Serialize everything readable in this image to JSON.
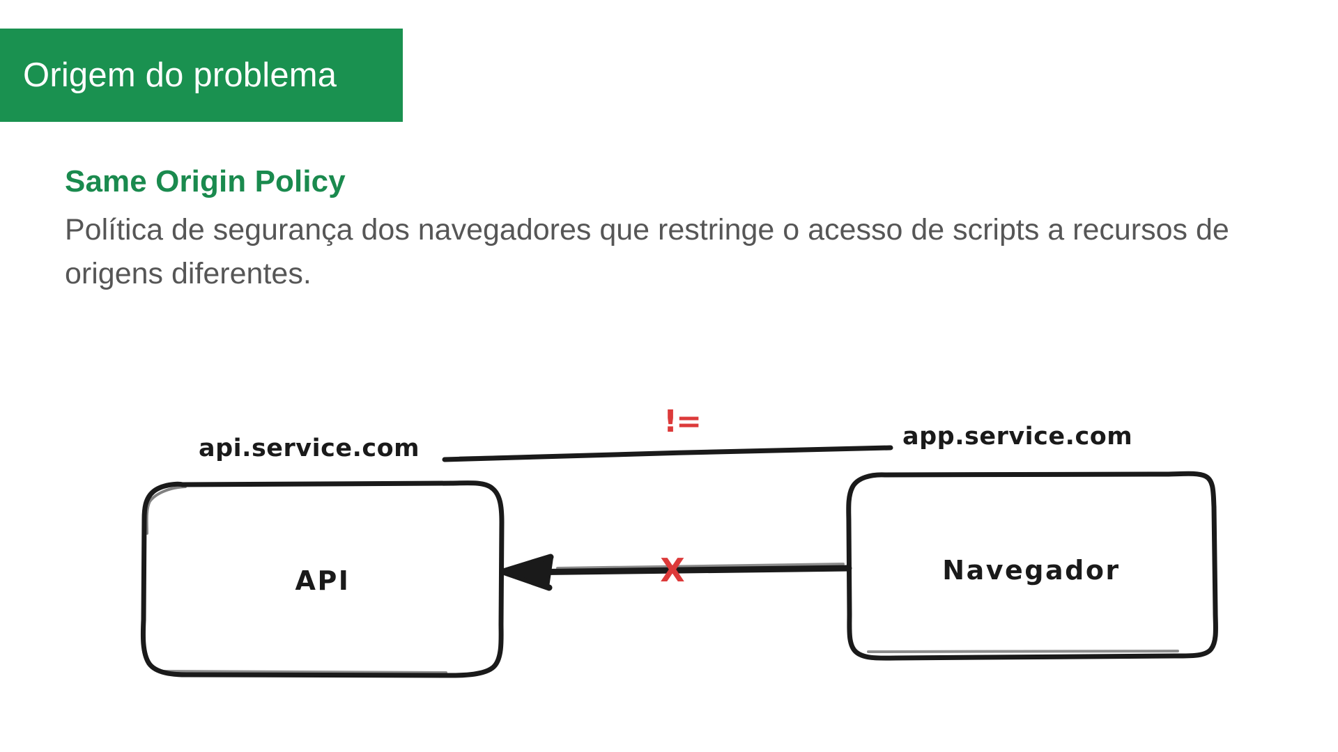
{
  "header": {
    "title": "Origem do problema",
    "background_color": "#1A9150",
    "text_color": "#FFFFFF"
  },
  "content": {
    "subheading": "Same Origin Policy",
    "subheading_color": "#1A8A4E",
    "paragraph": "Política de segurança dos navegadores que restringe o acesso de scripts a recursos de origens diferentes.",
    "paragraph_color": "#565656"
  },
  "diagram": {
    "type": "hand-drawn-flow",
    "style": "excalidraw-sketch",
    "stroke_color": "#1A1A1A",
    "accent_color": "#DC3A3A",
    "nodes": [
      {
        "id": "api",
        "label": "API",
        "origin_label": "api.service.com"
      },
      {
        "id": "browser",
        "label": "Navegador",
        "origin_label": "app.service.com"
      }
    ],
    "connectors": [
      {
        "id": "origin-comparison",
        "from": "api.service.com",
        "to": "app.service.com",
        "annotation": "!=",
        "annotation_color": "#DC3A3A",
        "meaning": "origens diferentes"
      },
      {
        "id": "blocked-request",
        "from": "Navegador",
        "to": "API",
        "direction": "left",
        "annotation": "X",
        "annotation_color": "#DC3A3A",
        "meaning": "requisicao bloqueada"
      }
    ]
  }
}
